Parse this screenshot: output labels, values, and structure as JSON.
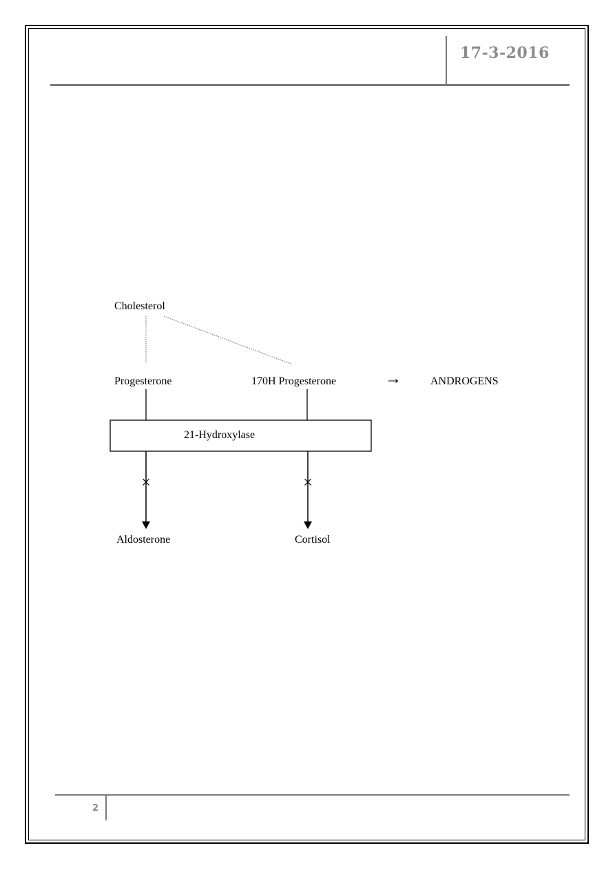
{
  "header": {
    "date": "17-3-2016"
  },
  "footer": {
    "page_number": "2"
  },
  "diagram": {
    "nodes": {
      "cholesterol": "Cholesterol",
      "progesterone": "Progesterone",
      "hydroxyprogesterone": "170H Progesterone",
      "androgens": "ANDROGENS",
      "enzyme": "21-Hydroxylase",
      "aldosterone": "Aldosterone",
      "cortisol": "Cortisol"
    },
    "blocked_symbol": "×",
    "arrow_symbol": "→"
  }
}
